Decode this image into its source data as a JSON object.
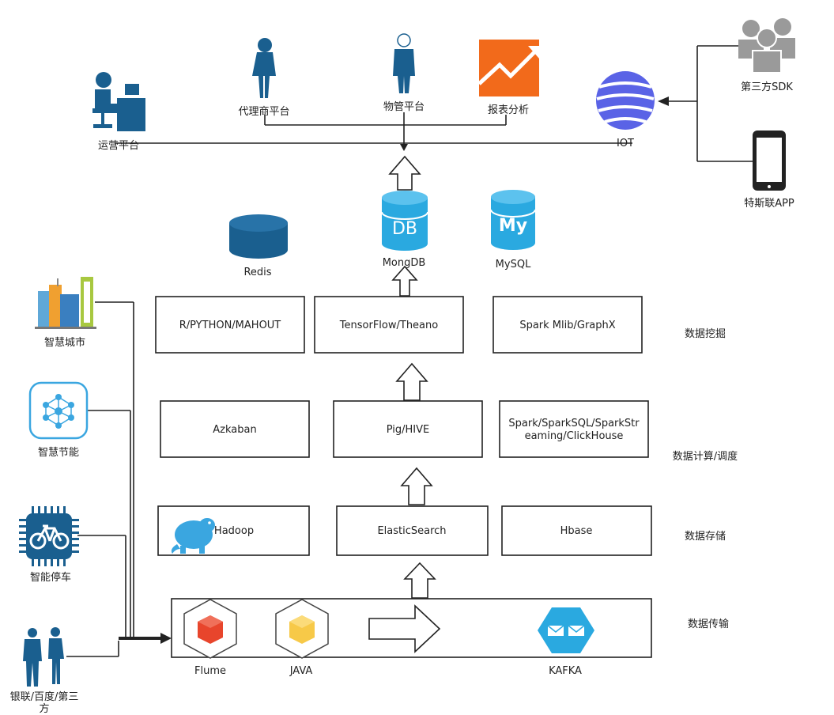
{
  "top_apps": {
    "ops": "运营平台",
    "agent": "代理商平台",
    "property": "物管平台",
    "report": "报表分析"
  },
  "iot": {
    "label": "IOT",
    "third_sdk": "第三方SDK",
    "app": "特斯联APP"
  },
  "databases": {
    "redis": "Redis",
    "mongo": "MongDB",
    "mongo_icon_text": "DB",
    "mysql": "MySQL",
    "mysql_icon_text": "My"
  },
  "layers": {
    "mining": {
      "label": "数据挖掘",
      "boxes": [
        "R/PYTHON/MAHOUT",
        "TensorFlow/Theano",
        "Spark Mlib/GraphX"
      ]
    },
    "compute": {
      "label": "数据计算/调度",
      "boxes": [
        "Azkaban",
        "Pig/HIVE",
        "Spark/SparkSQL/SparkStr",
        "eaming/ClickHouse"
      ]
    },
    "storage": {
      "label": "数据存储",
      "boxes": [
        "Hadoop",
        "ElasticSearch",
        "Hbase"
      ]
    },
    "transport": {
      "label": "数据传输",
      "items": [
        "Flume",
        "JAVA",
        "KAFKA"
      ]
    }
  },
  "sources": {
    "city": "智慧城市",
    "energy": "智慧节能",
    "parking": "智能停车",
    "bank": "银联/百度/第三",
    "bank_line2": "方"
  },
  "colors": {
    "primary_blue": "#1a5f8f",
    "db_cyan": "#2aa9e0",
    "orange": "#f26a1b",
    "iot_purple": "#5a63e6",
    "kafka_blue": "#2aa9e0",
    "flume_red": "#e8452c",
    "java_yellow": "#f7c948"
  }
}
